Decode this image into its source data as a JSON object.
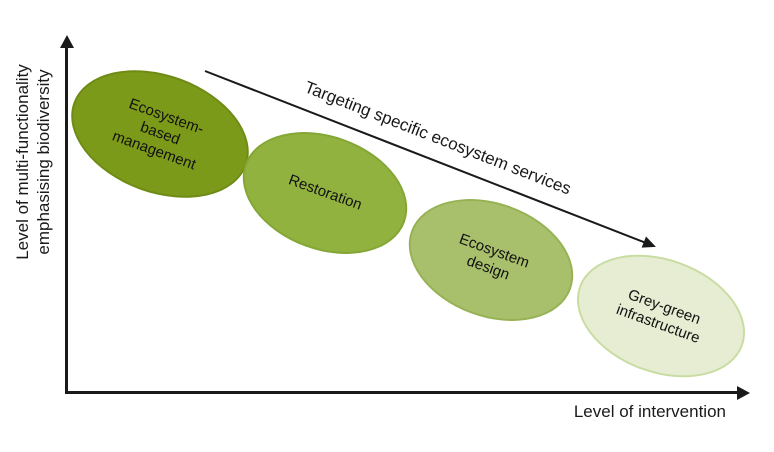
{
  "background": "#ffffff",
  "axes": {
    "color": "#1a1a1a",
    "y_label_line1": "Level of multi-functionality",
    "y_label_line2": "emphasising biodiversity",
    "x_label": "Level of intervention"
  },
  "arrow": {
    "label": "Targeting specific ecosystem services",
    "color": "#1a1a1a"
  },
  "ellipses": [
    {
      "label": "Ecosystem-\nbased\nmanagement",
      "fill": "#7c9a1a",
      "stroke": "#6f8b15",
      "text_color": "#111111"
    },
    {
      "label": "Restoration",
      "fill": "#92b240",
      "stroke": "#83a635",
      "text_color": "#111111"
    },
    {
      "label": "Ecosystem\ndesign",
      "fill": "#a8c06c",
      "stroke": "#97b254",
      "text_color": "#111111"
    },
    {
      "label": "Grey-green\ninfrastructure",
      "fill": "#e6edd2",
      "stroke": "#c9dca2",
      "text_color": "#111111"
    }
  ]
}
